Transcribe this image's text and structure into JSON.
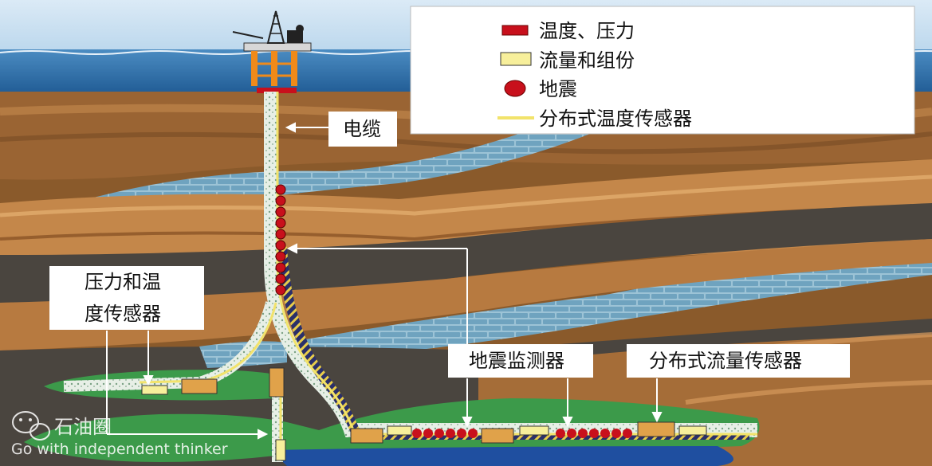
{
  "legend": {
    "items": [
      {
        "symbol": "red-bar",
        "label": "温度、压力"
      },
      {
        "symbol": "yellow-box",
        "label": "流量和组份"
      },
      {
        "symbol": "red-dot",
        "label": "地震"
      },
      {
        "symbol": "yellow-line",
        "label": "分布式温度传感器"
      }
    ]
  },
  "labels": {
    "cable": "电缆",
    "pt_sensor_line1": "压力和温",
    "pt_sensor_line2": "度传感器",
    "seismic_monitor": "地震监测器",
    "distributed_flow_sensor": "分布式流量传感器"
  },
  "watermark": {
    "brand": "石油圈",
    "slogan": "Go with independent thinker"
  },
  "colors": {
    "sky": "#c7dff0",
    "sea": "#2f6fa8",
    "rock_brown": "#b5793f",
    "rock_dark": "#4a453f",
    "limestone": "#8fb8cf",
    "reservoir": "#3c9a4a",
    "water": "#1f4fa0",
    "cable_yellow": "#f2e36b",
    "sensor_red": "#c8101c",
    "flow_box": "#e0a24a"
  }
}
